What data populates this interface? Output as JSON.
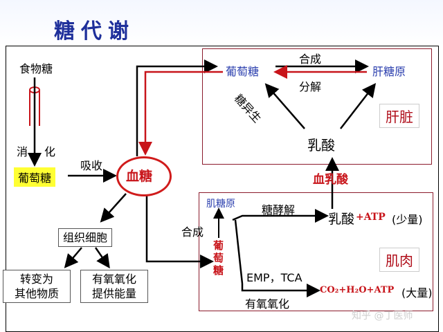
{
  "title": "糖代谢",
  "labels": {
    "food_sugar": "食物糖",
    "digest_1": "消",
    "digest_2": "化",
    "glucose_gut": "葡萄糖",
    "absorb": "吸收",
    "blood_sugar": "血糖",
    "tissue_cells": "组织细胞",
    "convert_1": "转变为",
    "convert_2": "其他物质",
    "aerobic_1": "有氧氧化",
    "aerobic_2": "提供能量",
    "liver_glucose": "葡萄糖",
    "synth": "合成",
    "liver_glycogen": "肝糖原",
    "decompose": "分解",
    "gluconeogenesis": "糖异生",
    "liver": "肝脏",
    "lactate_liver": "乳酸",
    "blood_lactate": "血乳酸",
    "muscle_glycogen": "肌糖原",
    "glycolysis": "糖酵解",
    "lactate_atp_a": "乳酸",
    "lactate_atp_b": "+ATP",
    "small_amount": "(少量)",
    "muscle_synth": "合成",
    "muscle_glucose": "葡萄糖",
    "muscle": "肌肉",
    "emp_tca": "EMP，TCA",
    "co2": "CO₂+H₂O+ATP",
    "large_amount": "(大量)",
    "muscle_aerobic": "有氧氧化",
    "watermark": "知乎 @丁医师"
  },
  "colors": {
    "title": "#1e2f9b",
    "red": "#c8141a",
    "blue": "#2b3fae",
    "highlight": "#ffff33"
  }
}
